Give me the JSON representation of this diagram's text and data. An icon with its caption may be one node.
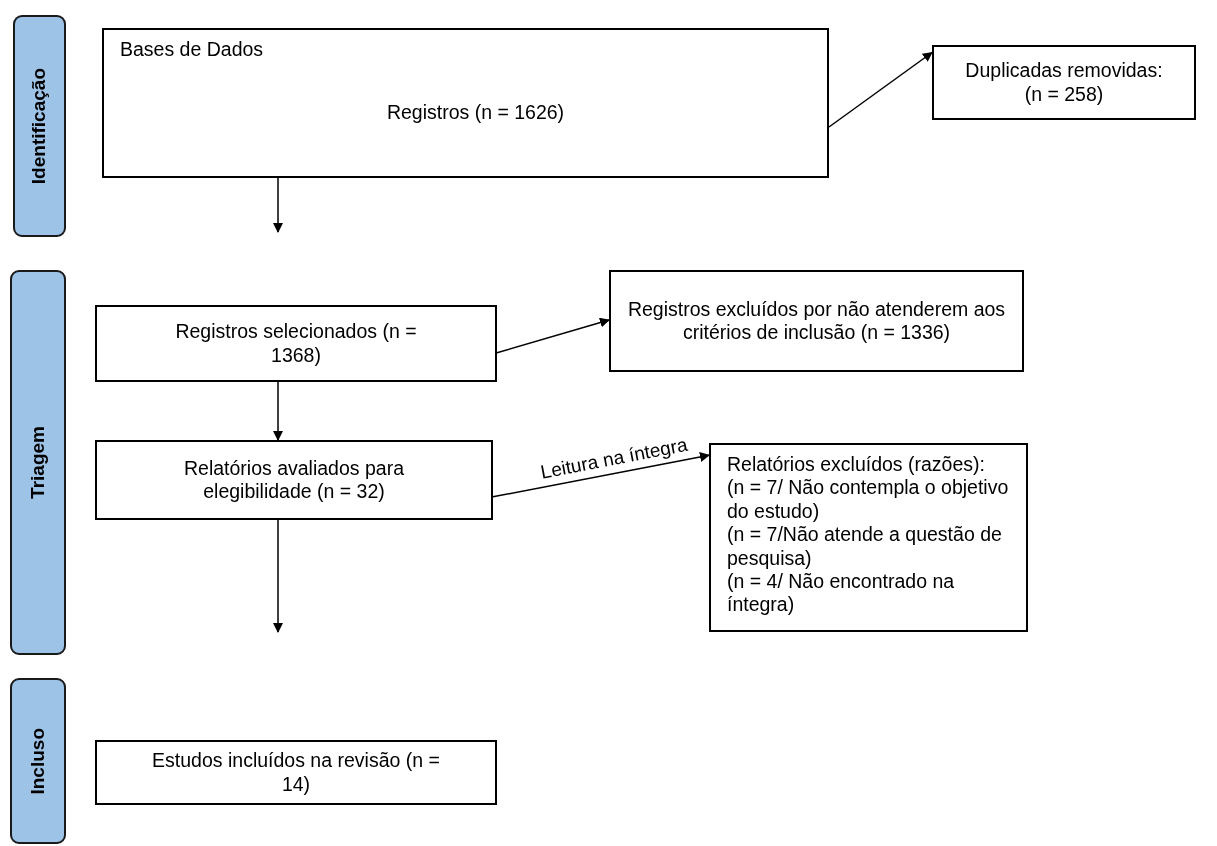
{
  "diagram": {
    "nodes": [
      {
        "text": [
          "Identificação"
        ]
      },
      {
        "text": [
          "Bases de Dados",
          "Registros (n = 1626)"
        ]
      },
      {
        "text": [
          "Duplicadas removidas: (n = 258)"
        ]
      },
      {
        "text": [
          "Triagem"
        ]
      },
      {
        "text": [
          "Registros selecionados (n = 1368)"
        ]
      },
      {
        "text": [
          "Registros excluídos por não atenderem aos critérios de inclusão (n = 1336)"
        ]
      },
      {
        "text": [
          "Relatórios avaliados para elegibilidade (n = 32)"
        ]
      },
      {
        "text": [
          "Relatórios excluídos (razões):",
          "(n = 7/ Não contempla o objetivo do estudo)",
          "(n = 7/Não atende a questão de pesquisa)",
          "(n = 4/ Não encontrado na íntegra)"
        ]
      },
      {
        "text": [
          "Incluso"
        ]
      },
      {
        "text": [
          "Estudos incluídos na revisão (n = 14)"
        ]
      }
    ],
    "edges": [
      {
        "from": 1,
        "to": 2,
        "arrow": "to"
      },
      {
        "from": 1,
        "to": null,
        "arrow": "to"
      },
      {
        "from": 4,
        "to": 5,
        "arrow": "to"
      },
      {
        "from": 4,
        "to": 6,
        "arrow": "to"
      },
      {
        "from": 6,
        "to": 7,
        "arrow": "to",
        "label": "Leitura na íntegra"
      },
      {
        "from": 6,
        "to": null,
        "arrow": "to"
      }
    ]
  }
}
